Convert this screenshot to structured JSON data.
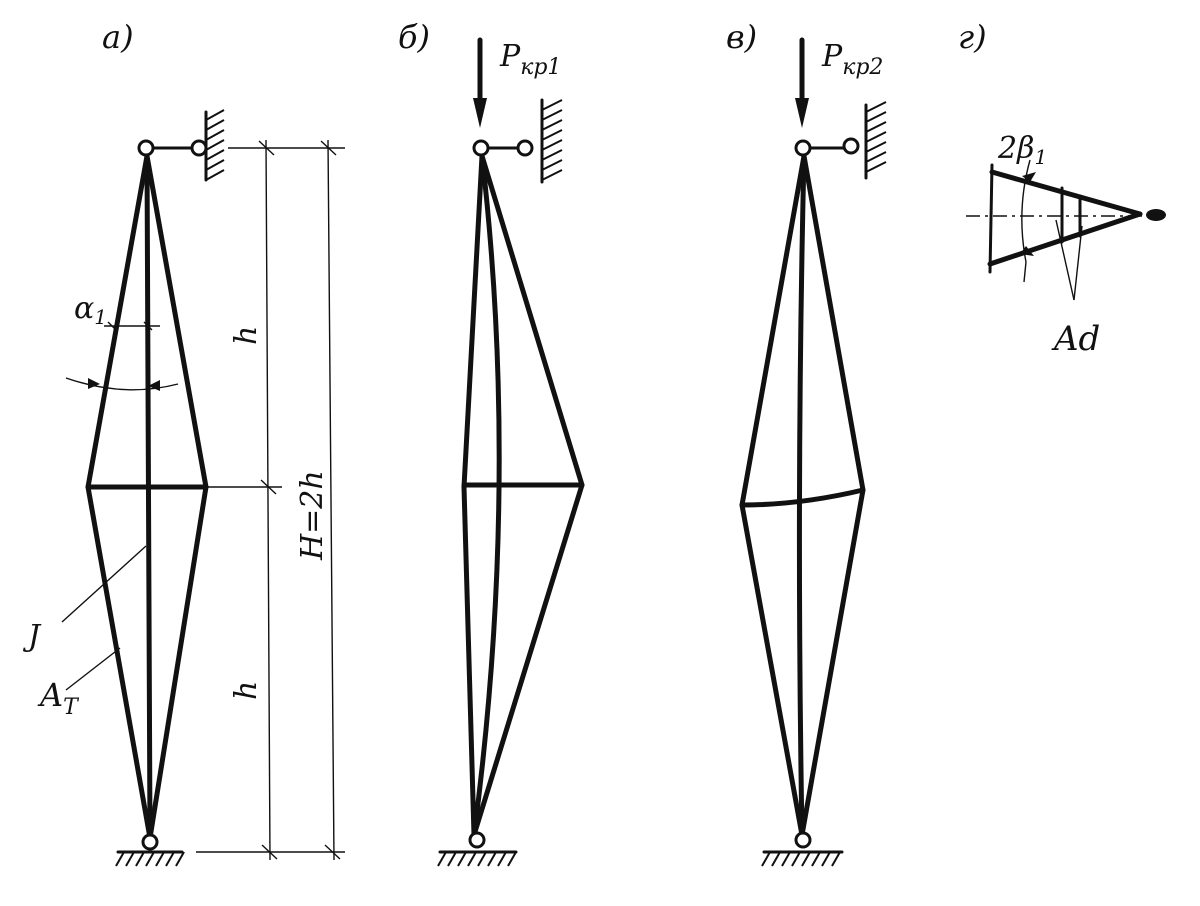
{
  "panels": {
    "a": {
      "label": "а)"
    },
    "b": {
      "label": "б)",
      "load": "P",
      "load_sub": "кр1"
    },
    "c": {
      "label": "в)",
      "load": "P",
      "load_sub": "кр2"
    },
    "d": {
      "label": "г)"
    }
  },
  "annotations": {
    "alpha": "α",
    "alpha_sub": "1",
    "h_upper": "h",
    "h_lower": "h",
    "total_height": "H=2h",
    "inertia": "J",
    "area_rod": "A",
    "area_rod_sub": "T",
    "beta": "2β",
    "beta_sub": "1",
    "area_diag": "Ad"
  }
}
